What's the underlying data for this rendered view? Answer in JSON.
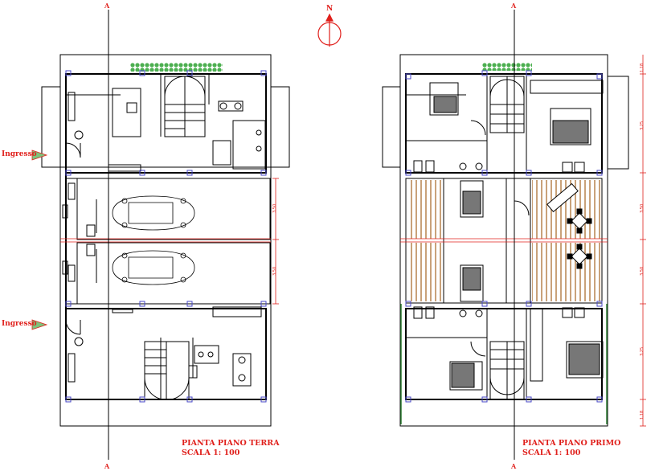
{
  "ground_floor": {
    "title": "PIANTA PIANO TERRA",
    "scale": "SCALA 1: 100",
    "entrance_top": "Ingresso",
    "entrance_bottom": "Ingresso"
  },
  "first_floor": {
    "title": "PIANTA PIANO PRIMO",
    "scale": "SCALA 1: 100"
  },
  "section_marks": [
    "A",
    "A",
    "A",
    "A"
  ],
  "north_label": "N",
  "dimensions_ground": [
    "3,50",
    "3,50"
  ],
  "dimensions_first": [
    "1,18",
    "3,25",
    "3,50",
    "3,50",
    "3,25",
    "1,18"
  ],
  "colors": {
    "annotation": "#e0201c",
    "wall": "#000000",
    "column": "#4a4ac8",
    "wood": "#c9a27a",
    "hedge": "#4caf50"
  }
}
